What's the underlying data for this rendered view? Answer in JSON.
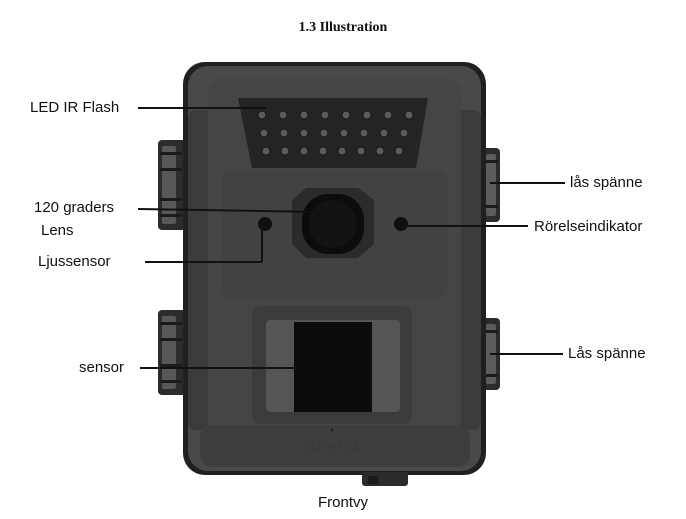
{
  "title": "1.3 Illustration",
  "caption": "Frontvy",
  "brand_mark": "Bestok",
  "labels": {
    "led_ir_flash": "LED IR Flash",
    "degrees": "120 graders",
    "lens": "Lens",
    "light_sensor": "Ljussensor",
    "sensor": "sensor",
    "latch_top": "lås spänne",
    "motion_indicator": "Rörelseindikator",
    "latch_bottom": "Lås spänne"
  },
  "colors": {
    "body": "#4a4c4b",
    "body_dark": "#2f3130",
    "body_edge": "#1f2120",
    "panel": "#3c3e3d",
    "lens": "#0c0c0c",
    "leader": "#111111"
  },
  "icons": [
    "ir-led-icon",
    "lens-icon",
    "light-sensor-icon",
    "motion-indicator-icon",
    "pir-sensor-icon",
    "latch-icon"
  ]
}
